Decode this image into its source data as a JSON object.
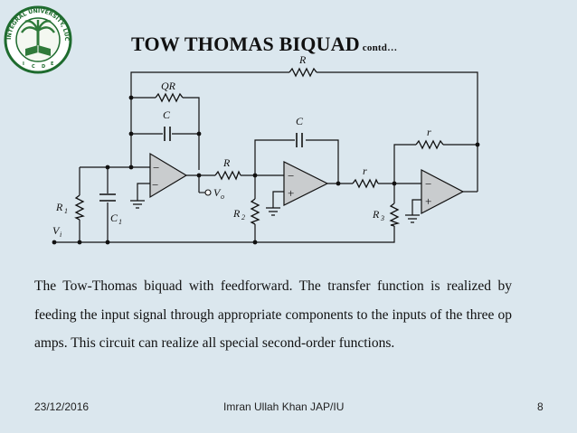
{
  "slide": {
    "title": "TOW THOMAS BIQUAD",
    "title_suffix": "contd…",
    "caption": "The Tow-Thomas biquad with feedforward.  The transfer function is realized by feeding the input signal through appropriate components to the inputs of the three op amps.  This circuit can realize all special second-order functions.",
    "footer_date": "23/12/2016",
    "footer_author": "Imran Ullah Khan JAP/IU",
    "footer_page": "8"
  },
  "logo": {
    "text": "INTEGRAL UNIVERSITY, LUCKNOW",
    "initials": [
      "I",
      "C",
      "D",
      "E"
    ]
  },
  "circuit": {
    "labels": {
      "r_top": "R",
      "qr": "QR",
      "c1_fb": "C",
      "r_mid": "R",
      "vo": "V",
      "vo_sub": "o",
      "c2": "C",
      "r_small1": "r",
      "r_small2": "r",
      "r1": "R",
      "r1_sub": "1",
      "c1": "C",
      "c1_sub": "1",
      "r2": "R",
      "r2_sub": "2",
      "r3": "R",
      "r3_sub": "3",
      "vi": "V",
      "vi_sub": "i",
      "minus": "−",
      "plus": "+"
    },
    "colors": {
      "wire": "#111111",
      "opamp_fill": "#c9ccce"
    }
  }
}
